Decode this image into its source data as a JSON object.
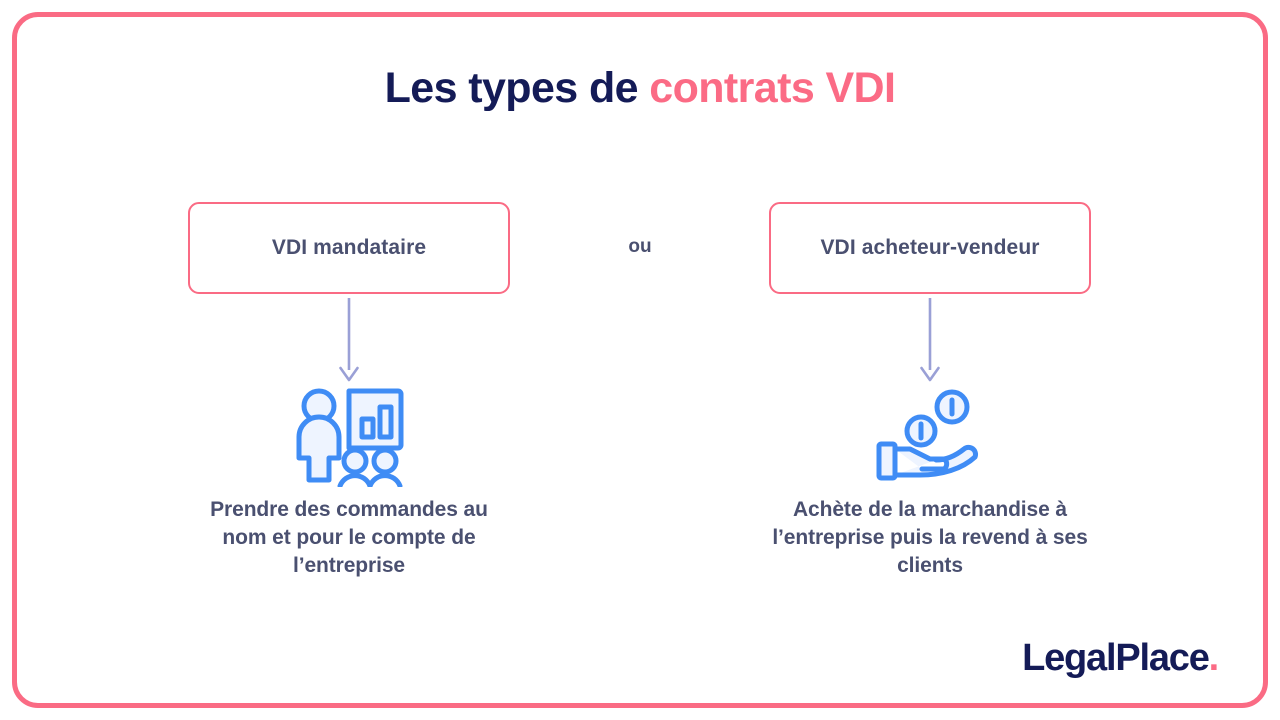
{
  "frame": {
    "border_color": "#fa6b84",
    "background": "#ffffff"
  },
  "title": {
    "part_navy": "Les types de ",
    "part_pink": "contrats VDI",
    "navy_color": "#141b57",
    "pink_color": "#fb6b85"
  },
  "connector": {
    "label": "ou",
    "arrow_color": "#9aa0d6"
  },
  "branches": [
    {
      "id": "vdi-mandataire",
      "pill_label": "VDI mandataire",
      "icon_name": "presenter-chart-audience-icon",
      "icon_color": "#3f8cf5",
      "caption": "Prendre des commandes au nom et pour le compte de l’entreprise"
    },
    {
      "id": "vdi-acheteur-vendeur",
      "pill_label": "VDI acheteur-vendeur",
      "icon_name": "hand-receiving-coins-icon",
      "icon_color": "#3f8cf5",
      "caption": "Achète de la marchandise à l’entreprise puis la revend à ses clients"
    }
  ],
  "logo": {
    "text": "LegalPlace",
    "dot": ".",
    "text_color": "#141b57",
    "dot_color": "#fb6b85"
  }
}
